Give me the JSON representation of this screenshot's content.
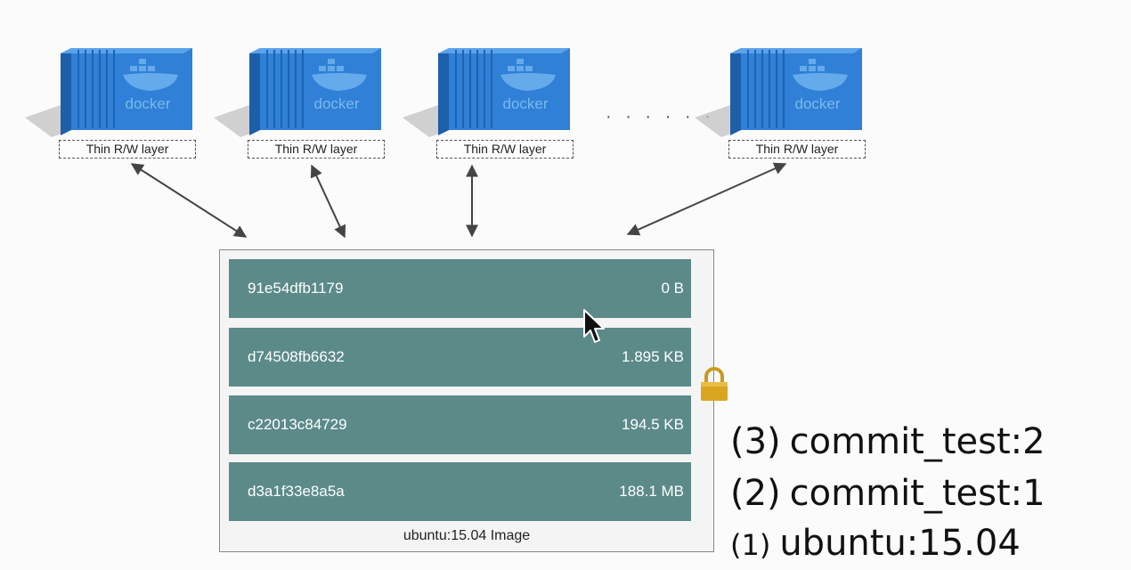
{
  "containers": [
    {
      "logo_text": "docker",
      "rw_label": "Thin R/W layer"
    },
    {
      "logo_text": "docker",
      "rw_label": "Thin R/W layer"
    },
    {
      "logo_text": "docker",
      "rw_label": "Thin R/W layer"
    },
    {
      "logo_text": "docker",
      "rw_label": "Thin R/W layer"
    }
  ],
  "ellipsis": "· · · · · ·",
  "image": {
    "caption": "ubuntu:15.04 Image",
    "layers": [
      {
        "id": "91e54dfb1179",
        "size": "0 B"
      },
      {
        "id": "d74508fb6632",
        "size": "1.895 KB"
      },
      {
        "id": "c22013c84729",
        "size": "194.5 KB"
      },
      {
        "id": "d3a1f33e8a5a",
        "size": "188.1 MB"
      }
    ]
  },
  "commits": [
    {
      "num": "(3)",
      "label": "commit_test:2"
    },
    {
      "num": "(2)",
      "label": "commit_test:1"
    },
    {
      "num": "(1)",
      "label": "ubuntu:15.04"
    }
  ],
  "colors": {
    "container_blue": "#2f80d6",
    "layer_teal": "#5b8a89",
    "lock_gold": "#d9a520"
  }
}
